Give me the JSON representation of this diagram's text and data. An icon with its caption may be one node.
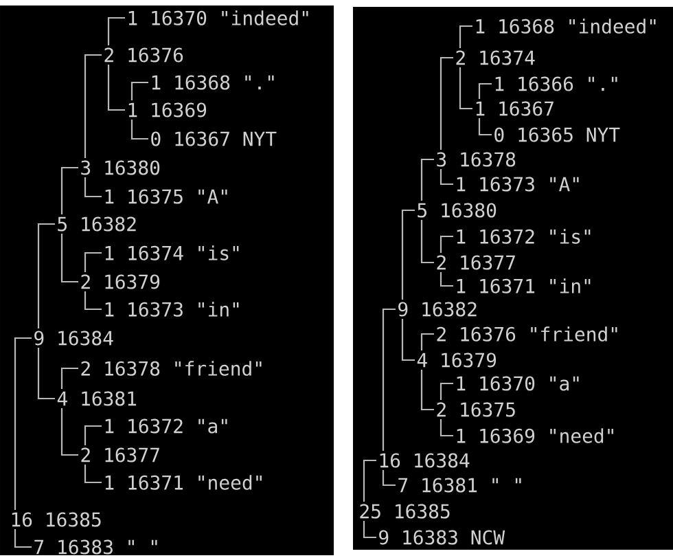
{
  "diagram": {
    "nodes": [
      {
        "text": [
          "1 16370 \"indeed\""
        ]
      },
      {
        "text": [
          "2 16376"
        ]
      },
      {
        "text": [
          "1 16368 \".\""
        ]
      },
      {
        "text": [
          "1 16369"
        ]
      },
      {
        "text": [
          "0 16367 NYT"
        ]
      },
      {
        "text": [
          "3 16380"
        ]
      },
      {
        "text": [
          "1 16375 \"A\""
        ]
      },
      {
        "text": [
          "5 16382"
        ]
      },
      {
        "text": [
          "1 16374 \"is\""
        ]
      },
      {
        "text": [
          "2 16379"
        ]
      },
      {
        "text": [
          "1 16373 \"in\""
        ]
      },
      {
        "text": [
          "9 16384"
        ]
      },
      {
        "text": [
          "2 16378 \"friend\""
        ]
      },
      {
        "text": [
          "4 16381"
        ]
      },
      {
        "text": [
          "1 16372 \"a\""
        ]
      },
      {
        "text": [
          "2 16377"
        ]
      },
      {
        "text": [
          "1 16371 \"need\""
        ]
      },
      {
        "text": [
          "16 16385"
        ]
      },
      {
        "text": [
          "7 16383 \" \""
        ]
      },
      {
        "text": [
          "1 16368 \"indeed\""
        ]
      },
      {
        "text": [
          "2 16374"
        ]
      },
      {
        "text": [
          "1 16366 \".\""
        ]
      },
      {
        "text": [
          "1 16367"
        ]
      },
      {
        "text": [
          "0 16365 NYT"
        ]
      },
      {
        "text": [
          "3 16378"
        ]
      },
      {
        "text": [
          "1 16373 \"A\""
        ]
      },
      {
        "text": [
          "5 16380"
        ]
      },
      {
        "text": [
          "1 16372 \"is\""
        ]
      },
      {
        "text": [
          "2 16377"
        ]
      },
      {
        "text": [
          "1 16371 \"in\""
        ]
      },
      {
        "text": [
          "9 16382"
        ]
      },
      {
        "text": [
          "2 16376 \"friend\""
        ]
      },
      {
        "text": [
          "4 16379"
        ]
      },
      {
        "text": [
          "1 16370 \"a\""
        ]
      },
      {
        "text": [
          "2 16375"
        ]
      },
      {
        "text": [
          "1 16369 \"need\""
        ]
      },
      {
        "text": [
          "16 16384"
        ]
      },
      {
        "text": [
          "7 16381 \" \""
        ]
      },
      {
        "text": [
          "25 16385"
        ]
      },
      {
        "text": [
          "9 16383 NCW"
        ]
      }
    ],
    "edges": [
      {
        "from": 17,
        "to": 11,
        "arrow": "none"
      },
      {
        "from": 17,
        "to": 18,
        "arrow": "none"
      },
      {
        "from": 11,
        "to": 7,
        "arrow": "none"
      },
      {
        "from": 11,
        "to": 13,
        "arrow": "none"
      },
      {
        "from": 7,
        "to": 5,
        "arrow": "none"
      },
      {
        "from": 7,
        "to": 9,
        "arrow": "none"
      },
      {
        "from": 5,
        "to": 1,
        "arrow": "none"
      },
      {
        "from": 5,
        "to": 6,
        "arrow": "none"
      },
      {
        "from": 1,
        "to": 0,
        "arrow": "none"
      },
      {
        "from": 1,
        "to": 3,
        "arrow": "none"
      },
      {
        "from": 3,
        "to": 2,
        "arrow": "none"
      },
      {
        "from": 3,
        "to": 4,
        "arrow": "none"
      },
      {
        "from": 9,
        "to": 8,
        "arrow": "none"
      },
      {
        "from": 9,
        "to": 10,
        "arrow": "none"
      },
      {
        "from": 13,
        "to": 12,
        "arrow": "none"
      },
      {
        "from": 13,
        "to": 15,
        "arrow": "none"
      },
      {
        "from": 15,
        "to": 14,
        "arrow": "none"
      },
      {
        "from": 15,
        "to": 16,
        "arrow": "none"
      },
      {
        "from": 38,
        "to": 36,
        "arrow": "none"
      },
      {
        "from": 38,
        "to": 39,
        "arrow": "none"
      },
      {
        "from": 36,
        "to": 30,
        "arrow": "none"
      },
      {
        "from": 36,
        "to": 37,
        "arrow": "none"
      },
      {
        "from": 30,
        "to": 26,
        "arrow": "none"
      },
      {
        "from": 30,
        "to": 32,
        "arrow": "none"
      },
      {
        "from": 26,
        "to": 24,
        "arrow": "none"
      },
      {
        "from": 26,
        "to": 28,
        "arrow": "none"
      },
      {
        "from": 24,
        "to": 20,
        "arrow": "none"
      },
      {
        "from": 24,
        "to": 25,
        "arrow": "none"
      },
      {
        "from": 20,
        "to": 19,
        "arrow": "none"
      },
      {
        "from": 20,
        "to": 22,
        "arrow": "none"
      },
      {
        "from": 22,
        "to": 21,
        "arrow": "none"
      },
      {
        "from": 22,
        "to": 23,
        "arrow": "none"
      },
      {
        "from": 28,
        "to": 27,
        "arrow": "none"
      },
      {
        "from": 28,
        "to": 29,
        "arrow": "none"
      },
      {
        "from": 32,
        "to": 31,
        "arrow": "none"
      },
      {
        "from": 32,
        "to": 34,
        "arrow": "none"
      },
      {
        "from": 34,
        "to": 33,
        "arrow": "none"
      },
      {
        "from": 34,
        "to": 35,
        "arrow": "none"
      }
    ]
  }
}
